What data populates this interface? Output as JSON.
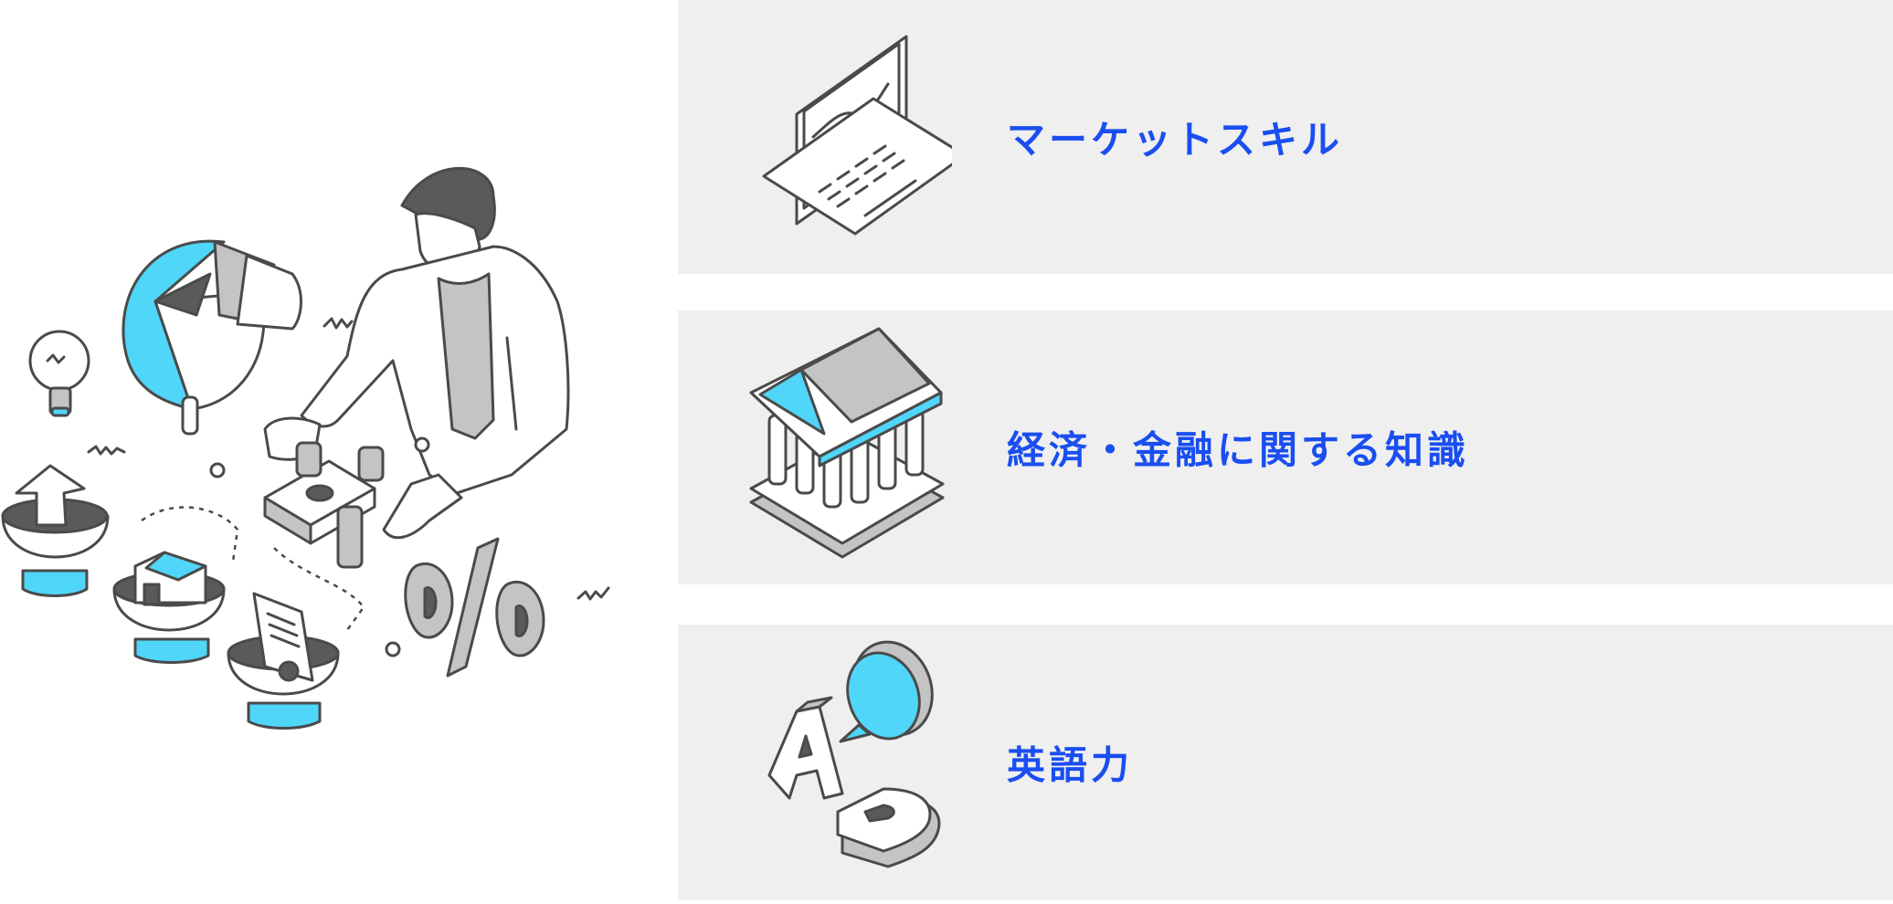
{
  "colors": {
    "accent_blue": "#4fd6f8",
    "label_blue": "#1a4ef0",
    "panel_gray": "#efefef",
    "line_gray": "#4a4a4a"
  },
  "illustration": {
    "name": "business-person-finance-illustration",
    "percent_symbol": "%"
  },
  "skills": [
    {
      "label": "マーケットスキル",
      "icon": "laptop-chart-icon"
    },
    {
      "label": "経済・金融に関する知識",
      "icon": "bank-building-icon"
    },
    {
      "label": "英語力",
      "icon": "ab-speech-bubble-icon"
    }
  ]
}
